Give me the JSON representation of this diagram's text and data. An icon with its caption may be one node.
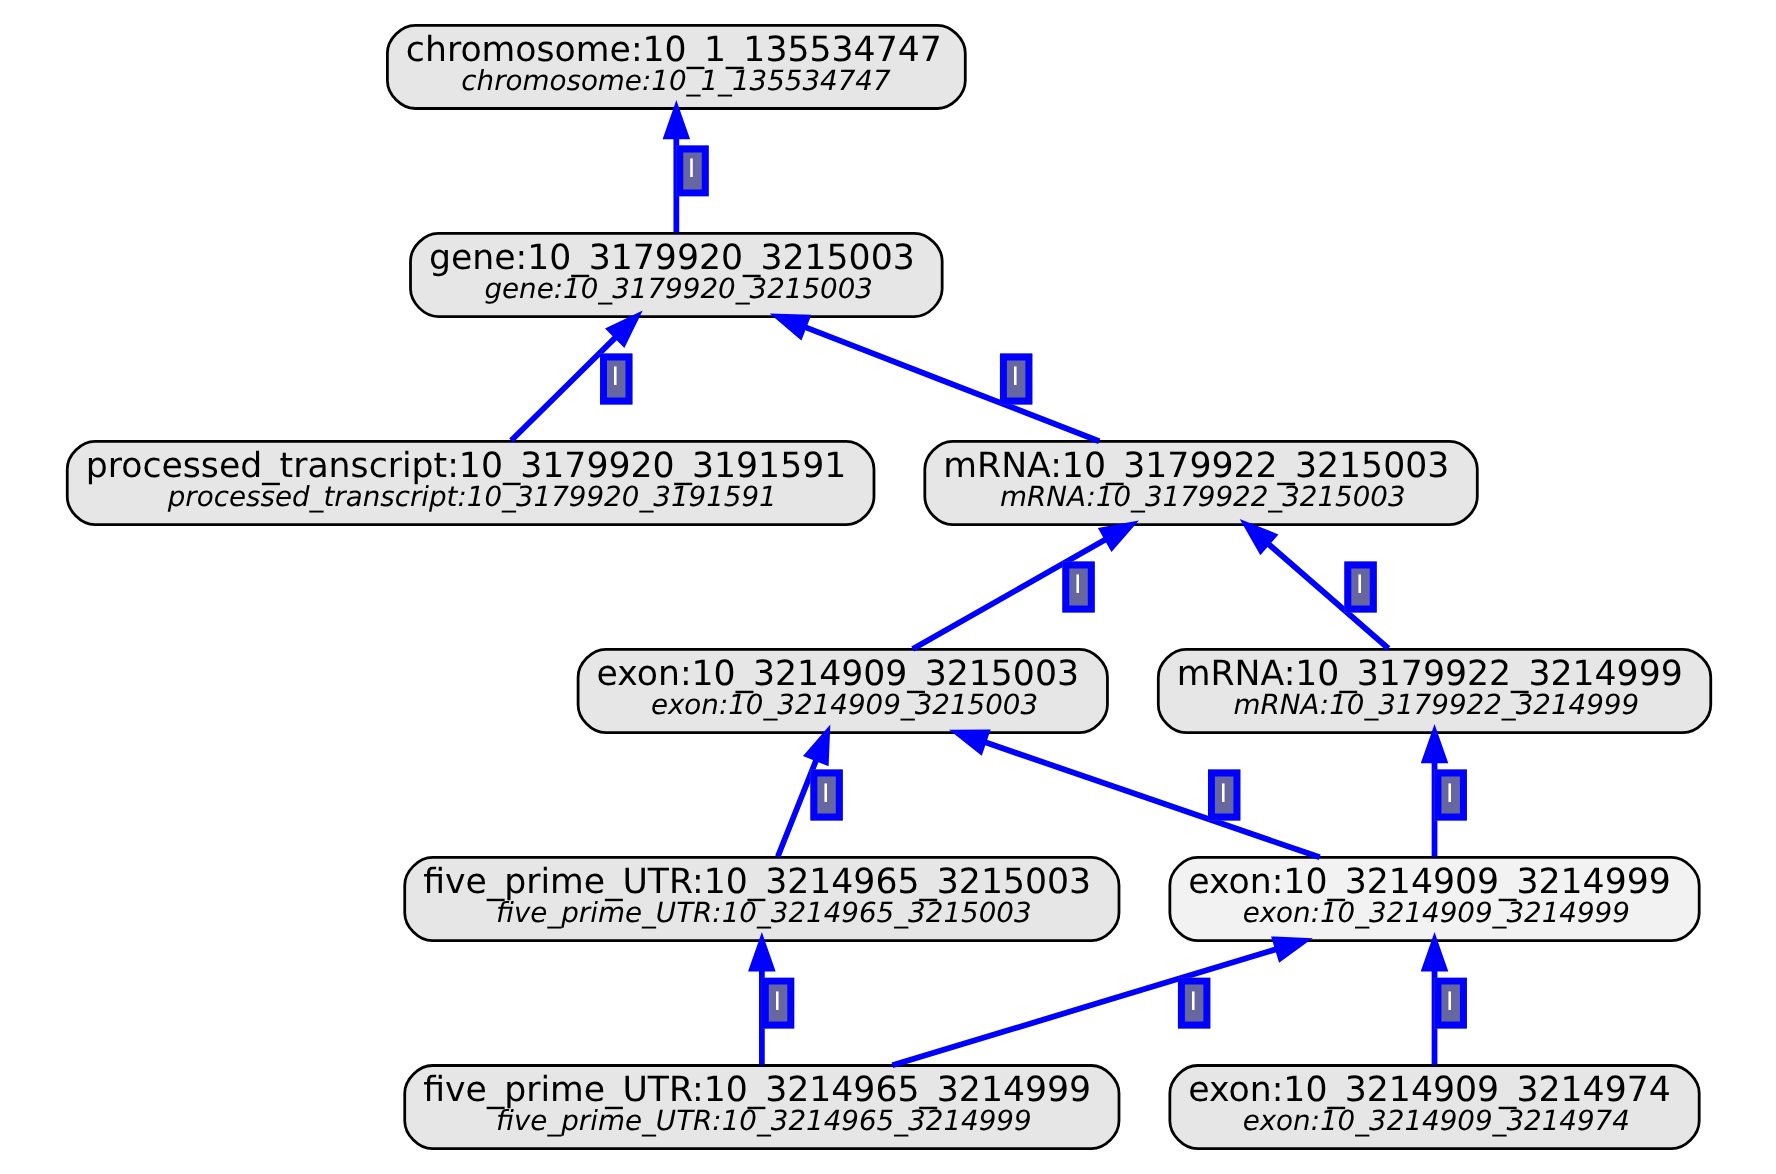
{
  "diagram": {
    "nodes": [
      {
        "text": [
          "chromosome:10_1_135534747",
          "chromosome:10_1_135534747"
        ]
      },
      {
        "text": [
          "gene:10_3179920_3215003",
          "gene:10_3179920_3215003"
        ]
      },
      {
        "text": [
          "processed_transcript:10_3179920_3191591",
          "processed_transcript:10_3179920_3191591"
        ]
      },
      {
        "text": [
          "mRNA:10_3179922_3215003",
          "mRNA:10_3179922_3215003"
        ]
      },
      {
        "text": [
          "mRNA:10_3179922_3214999",
          "mRNA:10_3179922_3214999"
        ]
      },
      {
        "text": [
          "exon:10_3214909_3215003",
          "exon:10_3214909_3215003"
        ]
      },
      {
        "text": [
          "exon:10_3214909_3214999",
          "exon:10_3214909_3214999"
        ]
      },
      {
        "text": [
          "five_prime_UTR:10_3214965_3215003",
          "five_prime_UTR:10_3214965_3215003"
        ]
      },
      {
        "text": [
          "exon:10_3214909_3214974",
          "exon:10_3214909_3214974"
        ]
      },
      {
        "text": [
          "five_prime_UTR:10_3214965_3214999",
          "five_prime_UTR:10_3214965_3214999"
        ]
      }
    ],
    "edges": [
      {
        "from": 1,
        "to": 0,
        "arrow": "to",
        "label": "I"
      },
      {
        "from": 2,
        "to": 1,
        "arrow": "to",
        "label": "I"
      },
      {
        "from": 3,
        "to": 1,
        "arrow": "to",
        "label": "I"
      },
      {
        "from": 4,
        "to": 3,
        "arrow": "to",
        "label": "I"
      },
      {
        "from": 5,
        "to": 3,
        "arrow": "to",
        "label": "I"
      },
      {
        "from": 6,
        "to": 4,
        "arrow": "to",
        "label": "I"
      },
      {
        "from": 6,
        "to": 5,
        "arrow": "to",
        "label": "I"
      },
      {
        "from": 7,
        "to": 5,
        "arrow": "to",
        "label": "I"
      },
      {
        "from": 8,
        "to": 6,
        "arrow": "to",
        "label": "I"
      },
      {
        "from": 9,
        "to": 6,
        "arrow": "to",
        "label": "I"
      },
      {
        "from": 9,
        "to": 7,
        "arrow": "to",
        "label": "I"
      }
    ]
  }
}
